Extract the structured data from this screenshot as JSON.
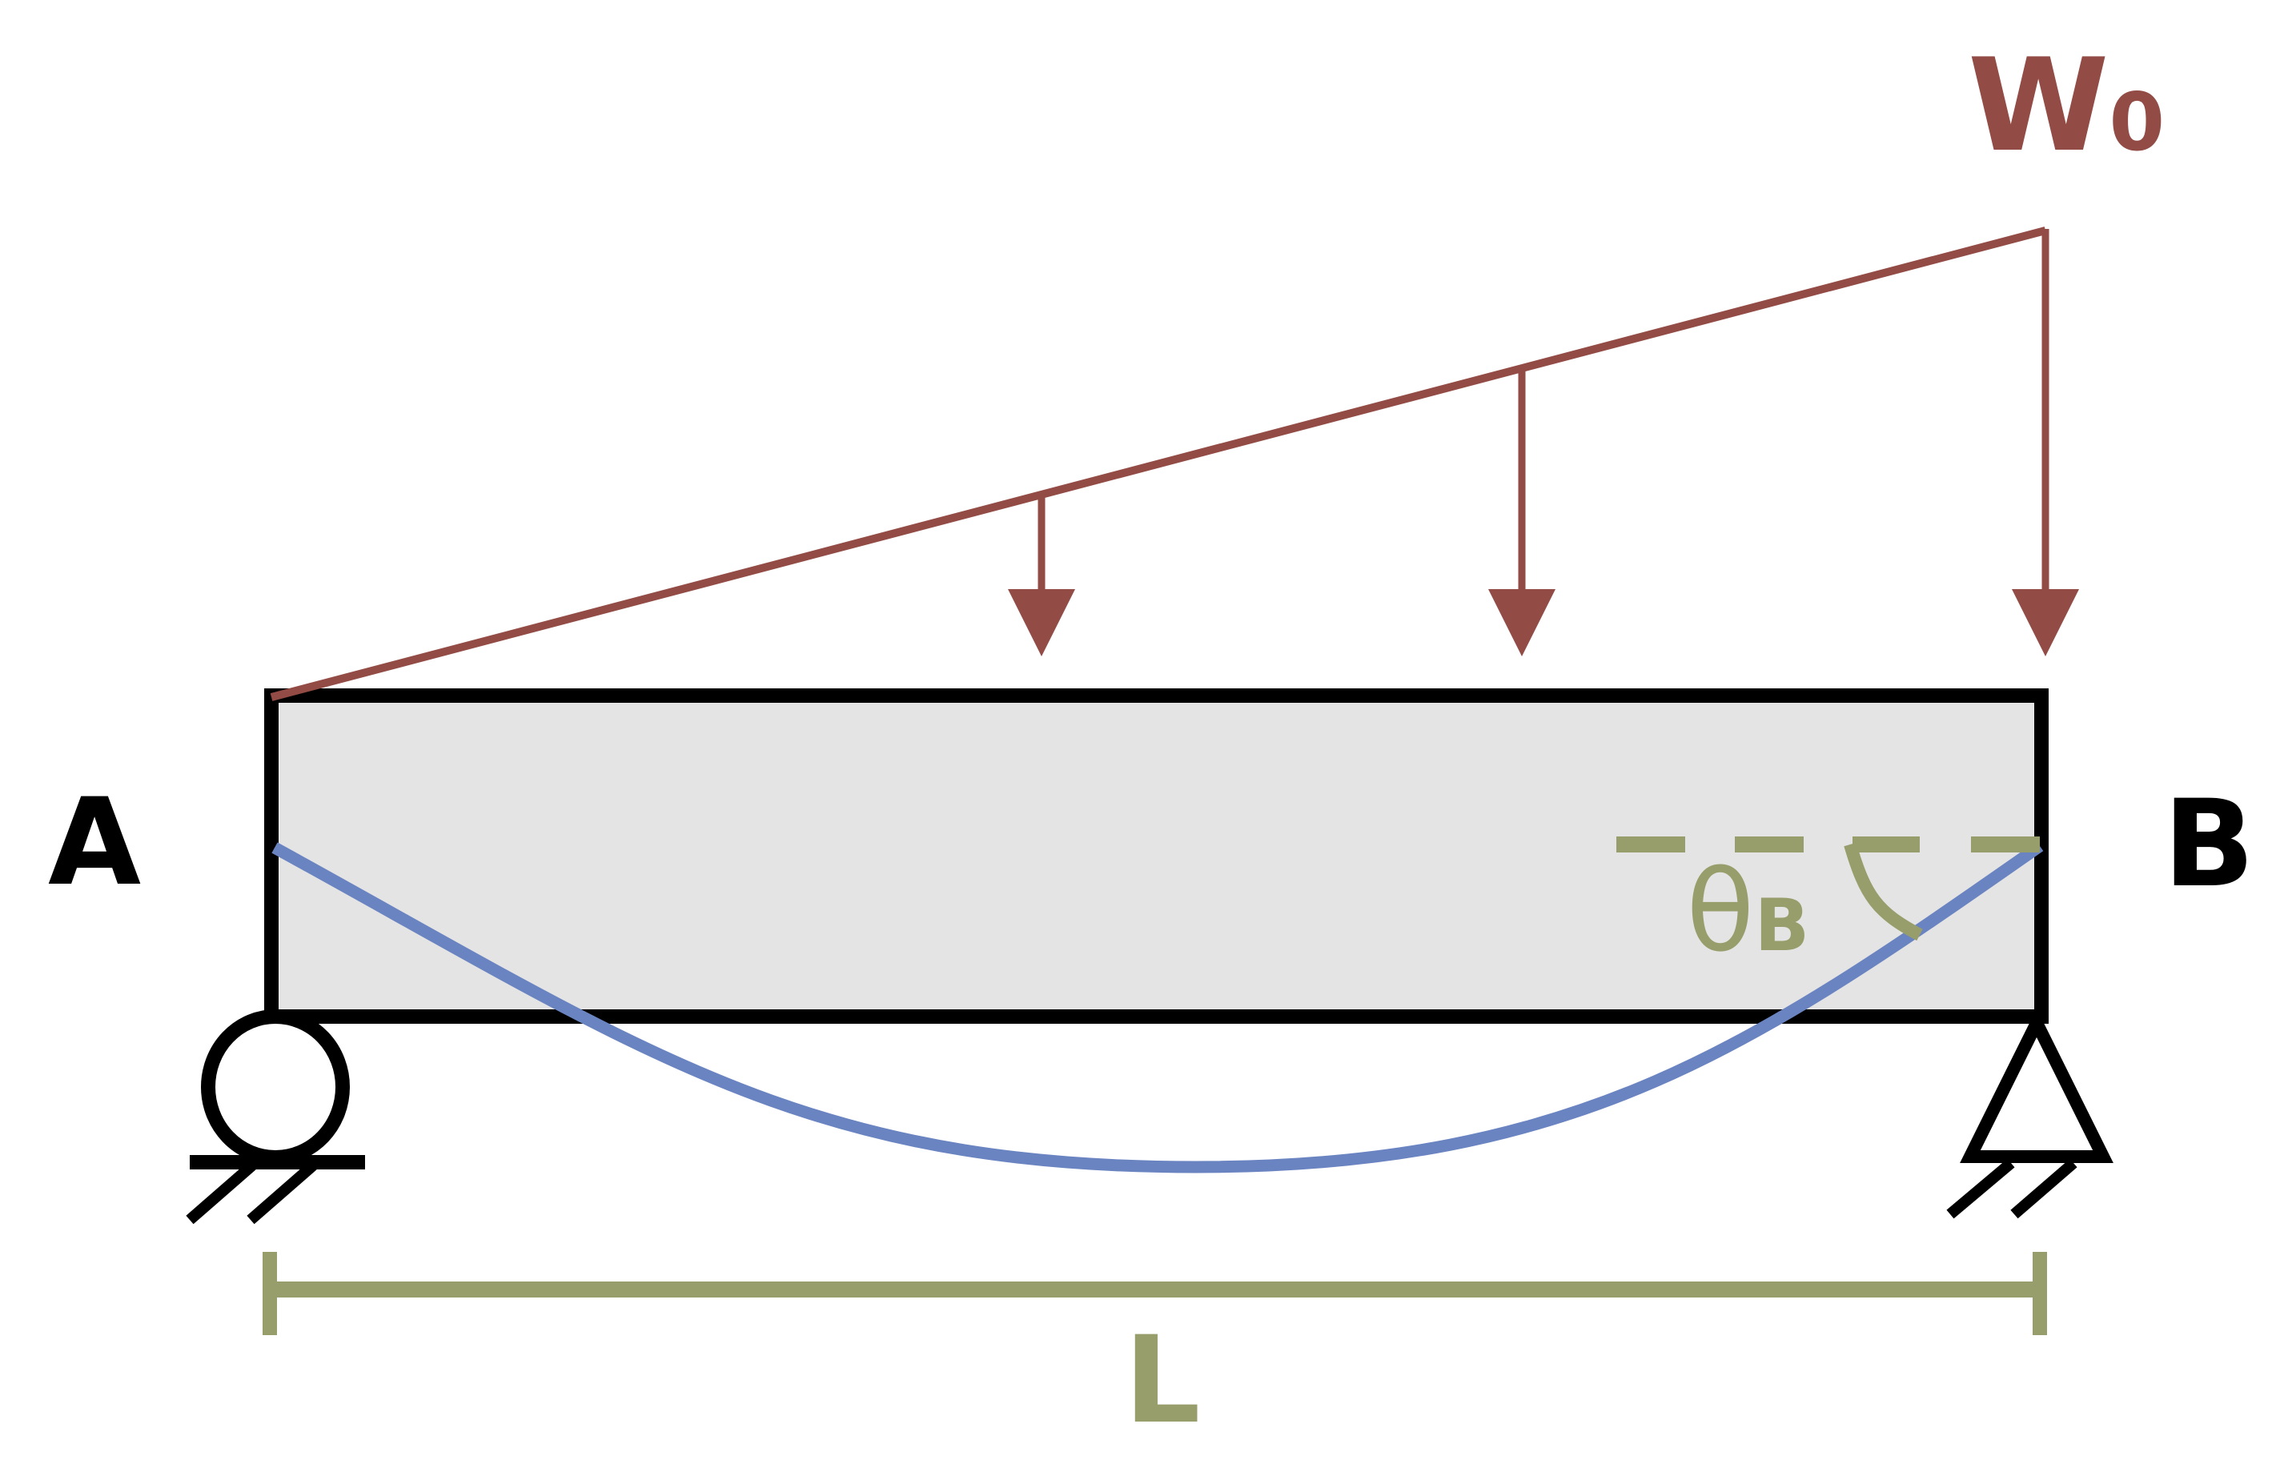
{
  "diagram": {
    "title": "Simply supported beam with triangular (linearly varying) distributed load",
    "labels": {
      "support_left": "A",
      "support_right": "B",
      "load_symbol": "W",
      "load_subscript": "0",
      "slope_symbol": "θ",
      "slope_subscript": "B",
      "length": "L"
    },
    "colors": {
      "load": "#924B45",
      "deflection": "#6A83C1",
      "annotation": "#989E6B",
      "beam_fill": "#E4E4E4",
      "beam_stroke": "#000000",
      "background": "#FFFFFF"
    },
    "elements": {
      "beam": "rectangular beam between supports A and B",
      "load": "triangular distributed load increasing from 0 at A to W0 at B, shown with 3 downward arrows",
      "deflection_curve": "deflected shape of beam (blue curve) sagging downward",
      "slope_angle": "angle θB between horizontal dashed reference and deflected curve at B",
      "left_support": "roller support at A",
      "right_support": "pin support at B",
      "dimension": "span length L between supports"
    }
  }
}
